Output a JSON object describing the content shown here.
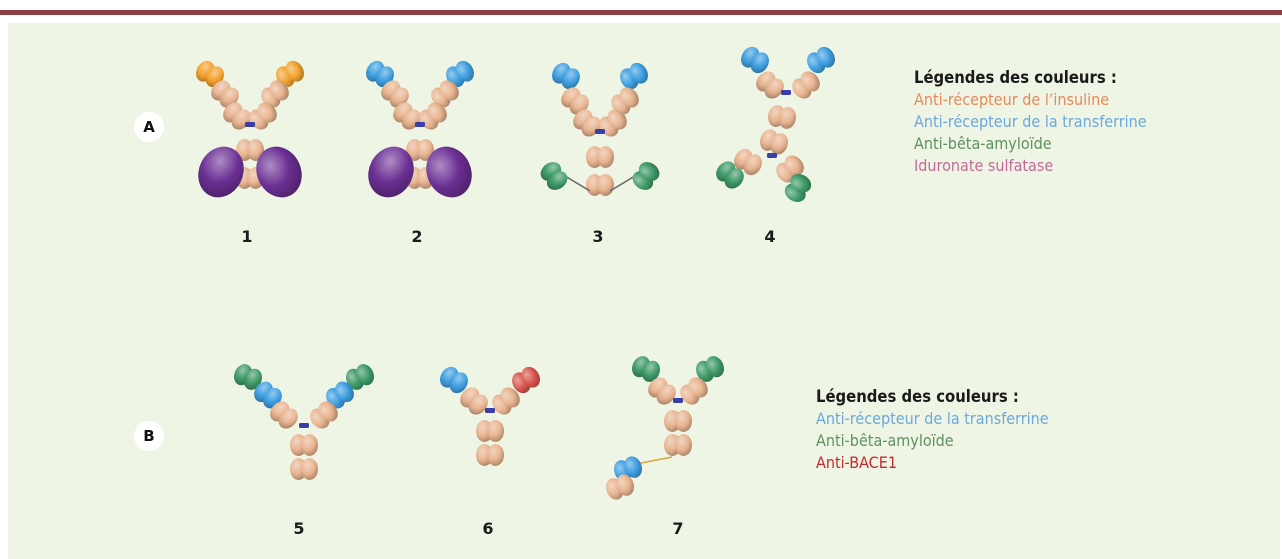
{
  "panels": [
    {
      "label": "A",
      "legend": {
        "title": "Légendes des couleurs :",
        "items": [
          {
            "text": "Anti-récepteur de l’insuline",
            "color": "#e8895a"
          },
          {
            "text": "Anti-récepteur de la transferrine",
            "color": "#6aa8dd"
          },
          {
            "text": "Anti-bêta-amyloïde",
            "color": "#5f9160"
          },
          {
            "text": "Iduronate sulfatase",
            "color": "#c46a9a"
          }
        ]
      },
      "antibodies": [
        {
          "number": "1",
          "type": "igg_with_fused_fc_enzyme",
          "tip_color": "orange",
          "bottom_color": "purple"
        },
        {
          "number": "2",
          "type": "igg_with_fused_fc_enzyme",
          "tip_color": "blue",
          "bottom_color": "purple"
        },
        {
          "number": "3",
          "type": "igg_with_c_terminal_fabs",
          "tip_color": "blue",
          "bottom_color": "green"
        },
        {
          "number": "4",
          "type": "igg_with_tilted_lower_fabs",
          "tip_color": "blue",
          "bottom_color": "green"
        }
      ]
    },
    {
      "label": "B",
      "legend": {
        "title": "Légendes des couleurs :",
        "items": [
          {
            "text": "Anti-récepteur de la transferrine",
            "color": "#6aa8dd"
          },
          {
            "text": "Anti-bêta-amyloïde",
            "color": "#5f9160"
          },
          {
            "text": "Anti-BACE1",
            "color": "#c8282e"
          }
        ]
      },
      "antibodies": [
        {
          "number": "5",
          "type": "igg_with_tandem_tip_domains",
          "tip_color": "green",
          "inner_color": "blue"
        },
        {
          "number": "6",
          "type": "bispecific_igg",
          "left_tip_color": "blue",
          "right_tip_color": "red"
        },
        {
          "number": "7",
          "type": "igg_with_c_terminal_fab",
          "tip_color": "green",
          "appended_color": "blue"
        }
      ]
    }
  ],
  "colors": {
    "tan": "#e8b490",
    "tan_dark": "#b27a55",
    "hinge": "#3a3ea8",
    "orange": "#f2a22e",
    "blue": "#3f9fe0",
    "purple": "#6b2f93",
    "green": "#3f9a68",
    "red": "#d9564e"
  }
}
